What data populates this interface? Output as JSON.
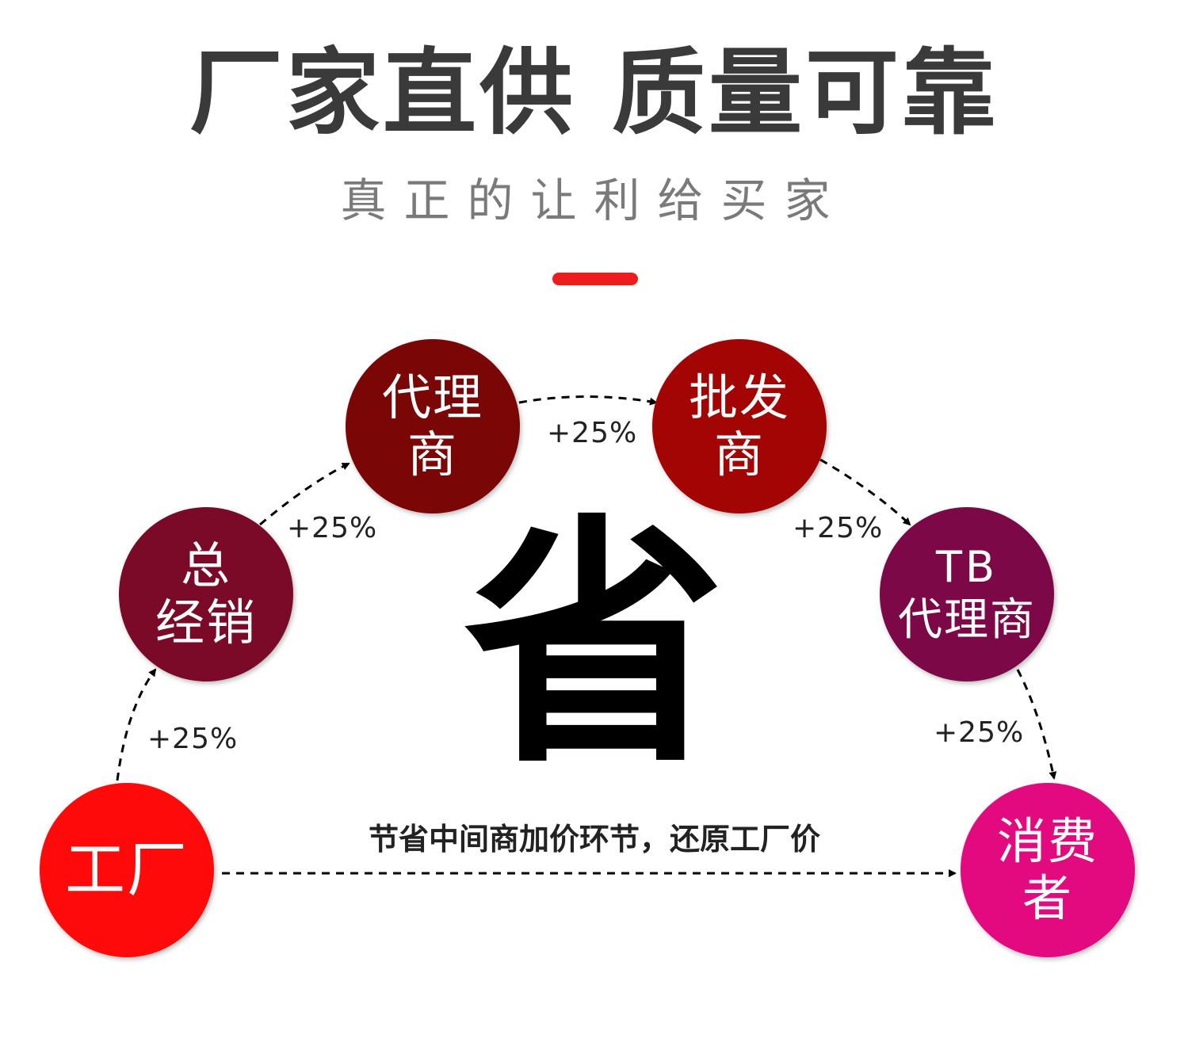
{
  "header": {
    "title": "厂家直供 质量可靠",
    "subtitle": "真正的让利给买家"
  },
  "colors": {
    "accent": "#ee1c1c",
    "title_text": "#3a3a3a",
    "subtitle_text": "#7a7a7a"
  },
  "center": {
    "big_char": "省",
    "caption": "节省中间商加价环节，还原工厂价"
  },
  "nodes": {
    "factory": {
      "lines": [
        "工厂"
      ],
      "color": "#ff0a0a"
    },
    "general_distributor": {
      "lines": [
        "总",
        "经销"
      ],
      "color": "#7a0a28"
    },
    "agent": {
      "lines": [
        "代理",
        "商"
      ],
      "color": "#7a0606"
    },
    "wholesaler": {
      "lines": [
        "批发",
        "商"
      ],
      "color": "#a30505"
    },
    "tb_agent": {
      "lines": [
        "TB",
        "代理商"
      ],
      "color": "#7d0848"
    },
    "consumer": {
      "lines": [
        "消费",
        "者"
      ],
      "color": "#e3097f"
    }
  },
  "markups": {
    "factory_to_general": "+25%",
    "general_to_agent": "+25%",
    "agent_to_wholesaler": "+25%",
    "wholesaler_to_tb": "+25%",
    "tb_to_consumer": "+25%"
  }
}
